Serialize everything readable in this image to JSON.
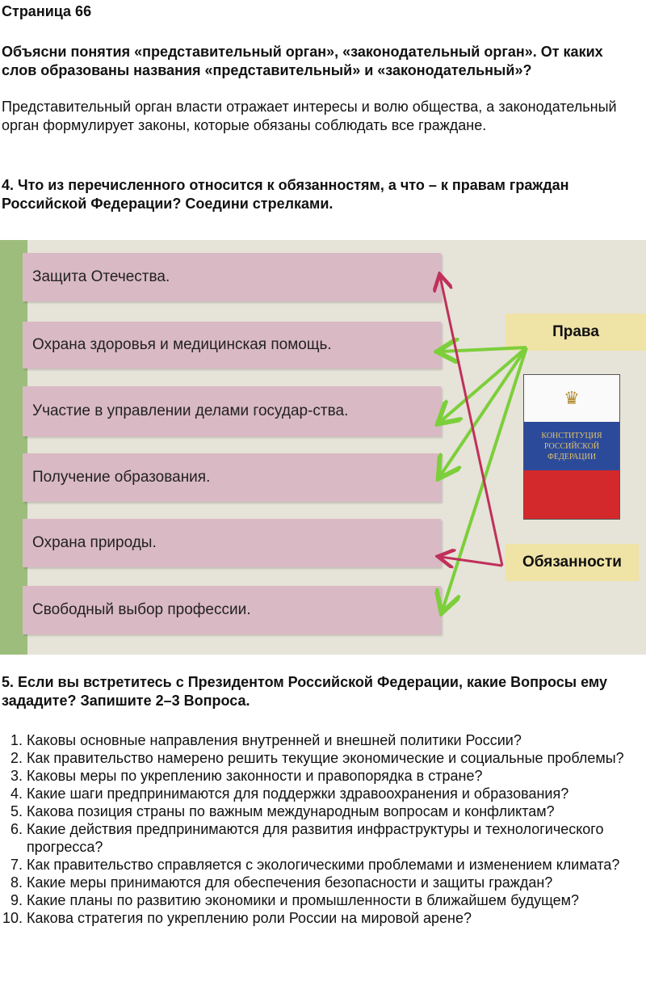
{
  "page_title": "Страница 66",
  "q3": {
    "question": "Объясни понятия «представительный орган», «законодательный орган». От каких слов образованы названия «представительный» и «законодательный»?",
    "answer": "Представительный орган власти отражает интересы и волю общества, а законодательный орган формулирует законы, которые обязаны соблюдать все граждане."
  },
  "q4": {
    "question": "4. Что из перечисленного относится к обязанностям, а что – к правам граждан Российской Федерации? Соедини стрелками.",
    "items": [
      "Защита Отечества.",
      "Охрана здоровья и медицинская помощь.",
      "Участие в управлении делами государ-ства.",
      "Получение образования.",
      "Охрана природы.",
      "Свободный выбор профессии."
    ],
    "rights_label": "Права",
    "duties_label": "Обязанности",
    "book_title": "КОНСТИТУЦИЯ РОССИЙСКОЙ ФЕДЕРАЦИИ",
    "colors": {
      "rights_arrow": "#7ccf3a",
      "duties_arrow": "#c0305a"
    }
  },
  "q5": {
    "question": "5. Если вы встретитесь с Президентом Российской Федерации, какие Вопросы ему зададите? Запишите 2–3 Вопроса.",
    "answers": [
      "Каковы основные направления внутренней и внешней политики России?",
      "Как правительство намерено решить текущие экономические и социальные проблемы?",
      "Каковы меры по укреплению законности и правопорядка в стране?",
      "Какие шаги предпринимаются для поддержки здравоохранения и образования?",
      "Какова позиция страны по важным международным вопросам и конфликтам?",
      "Какие действия предпринимаются для развития инфраструктуры и технологического прогресса?",
      "Как правительство справляется с экологическими проблемами и изменением климата?",
      "Какие меры принимаются для обеспечения безопасности и защиты граждан?",
      "Какие планы по развитию экономики и промышленности в ближайшем будущем?",
      "Какова стратегия по укреплению роли России на мировой арене?"
    ]
  }
}
